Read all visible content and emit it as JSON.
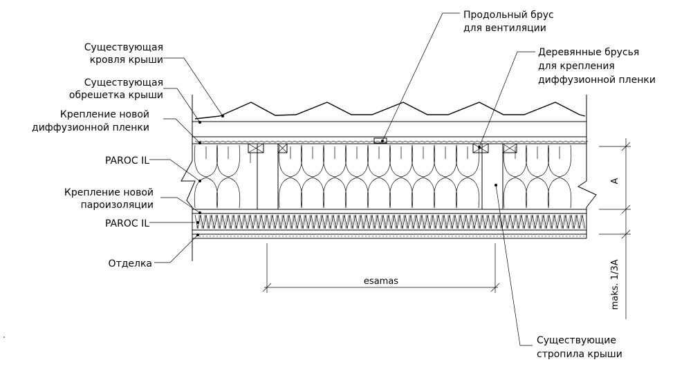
{
  "labels": {
    "roof_top_1": "Существующая",
    "roof_top_2": "кровля крыши",
    "batten_1": "Существующая",
    "batten_2": "обрешетка крыши",
    "diffusion_1": "Крепление новой",
    "diffusion_2": "диффузионной пленки",
    "paroc_1": "PAROC IL",
    "vapor_1": "Крепление новой",
    "vapor_2": "пароизоляции",
    "paroc_2": "PAROC IL",
    "finish": "Отделка",
    "vent_1": "Продольный брус",
    "vent_2": "для вентиляции",
    "wood_1": "Деревянные брусья",
    "wood_2": "для крепления",
    "wood_3": "диффузионной пленки",
    "rafters_1": "Существующие",
    "rafters_2": "стропила крыши",
    "span": "esamas",
    "dim_a": "A",
    "dim_max": "maks. 1/3A"
  }
}
